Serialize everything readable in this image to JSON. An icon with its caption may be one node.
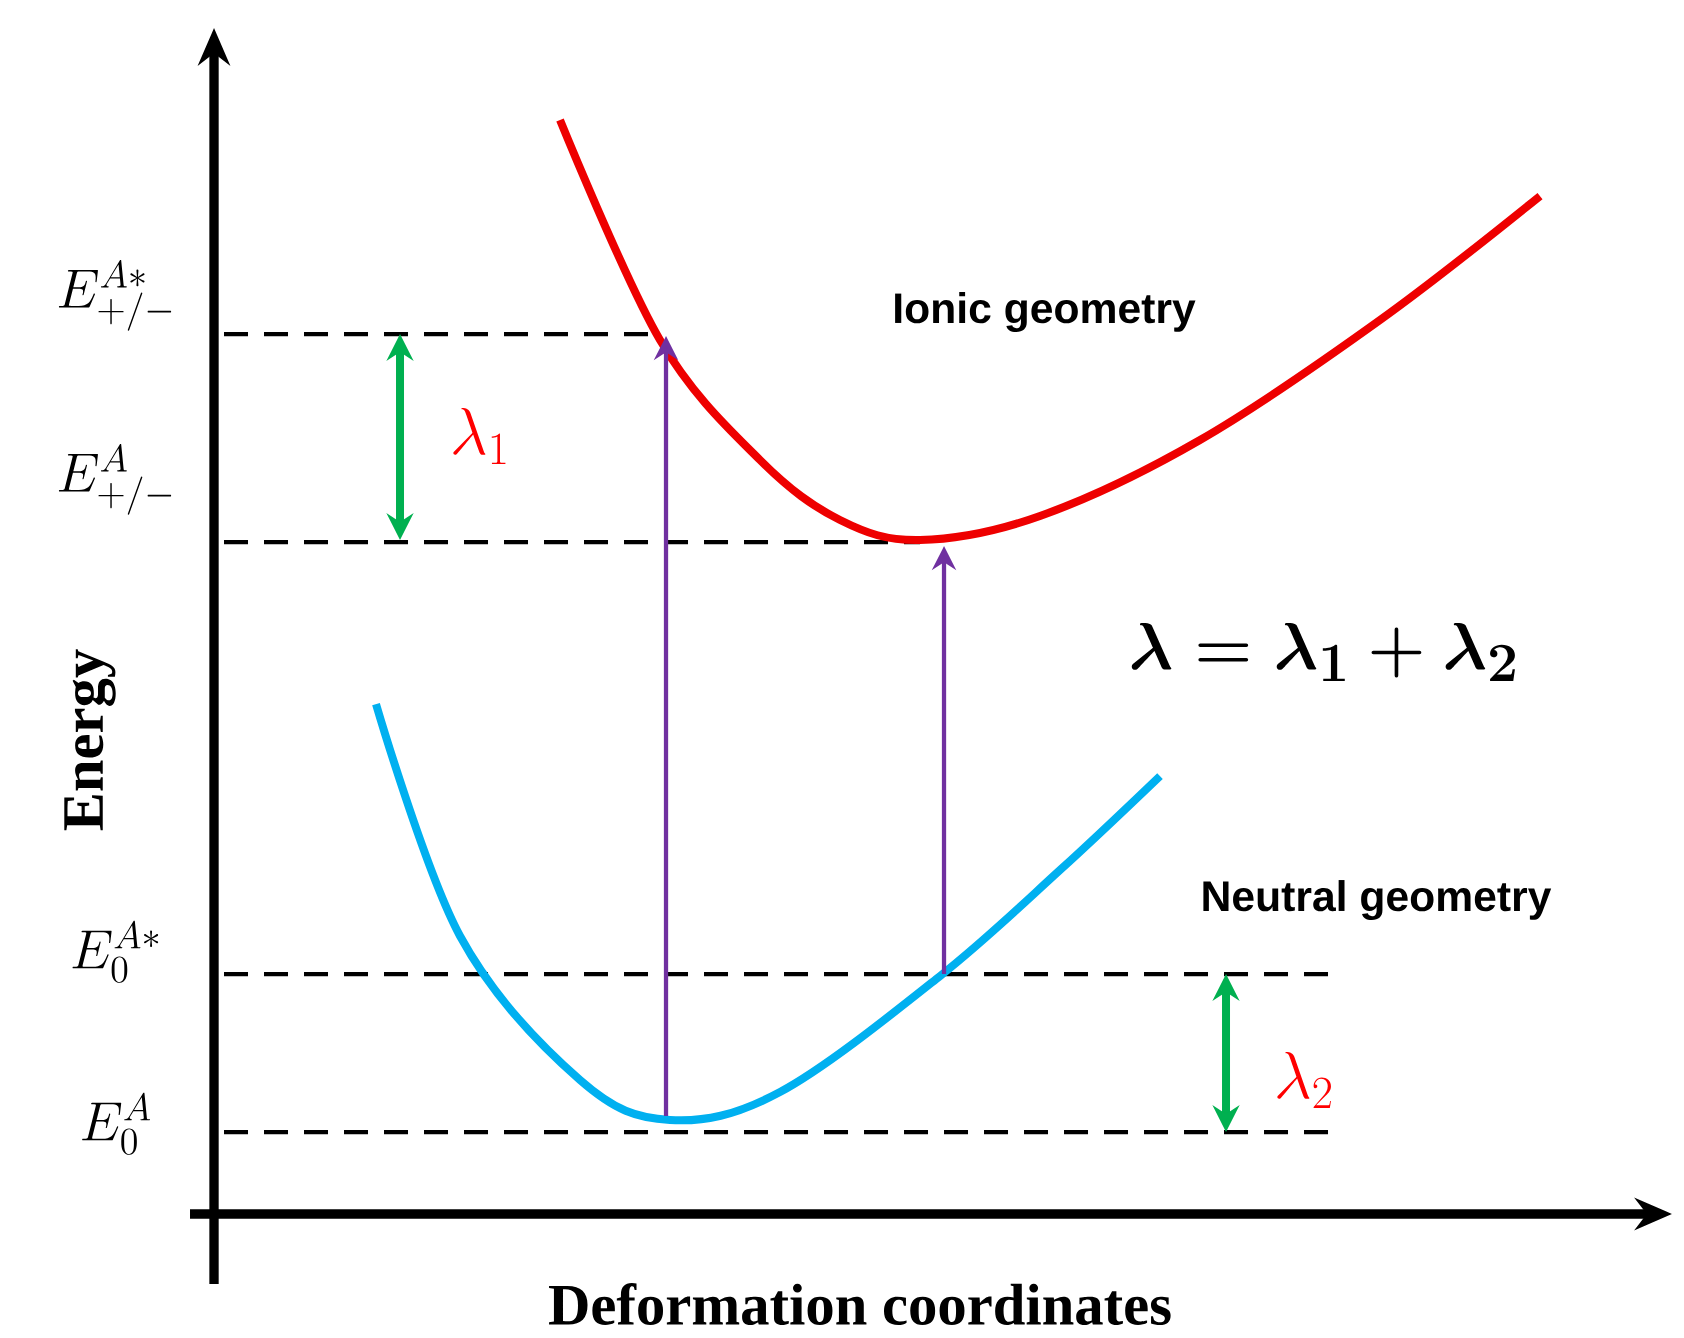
{
  "diagram": {
    "labels": [
      "E_{+/-}^{A*}",
      "Ionic geometry",
      "\\lambda_1",
      "E_{+/-}^{A}",
      "\\lambda = \\lambda_1 + \\lambda_2",
      "Energy",
      "Neutral geometry",
      "E_0^{A*}",
      "\\lambda_2",
      "E_0^{A}",
      "Deformation coordinates"
    ]
  }
}
